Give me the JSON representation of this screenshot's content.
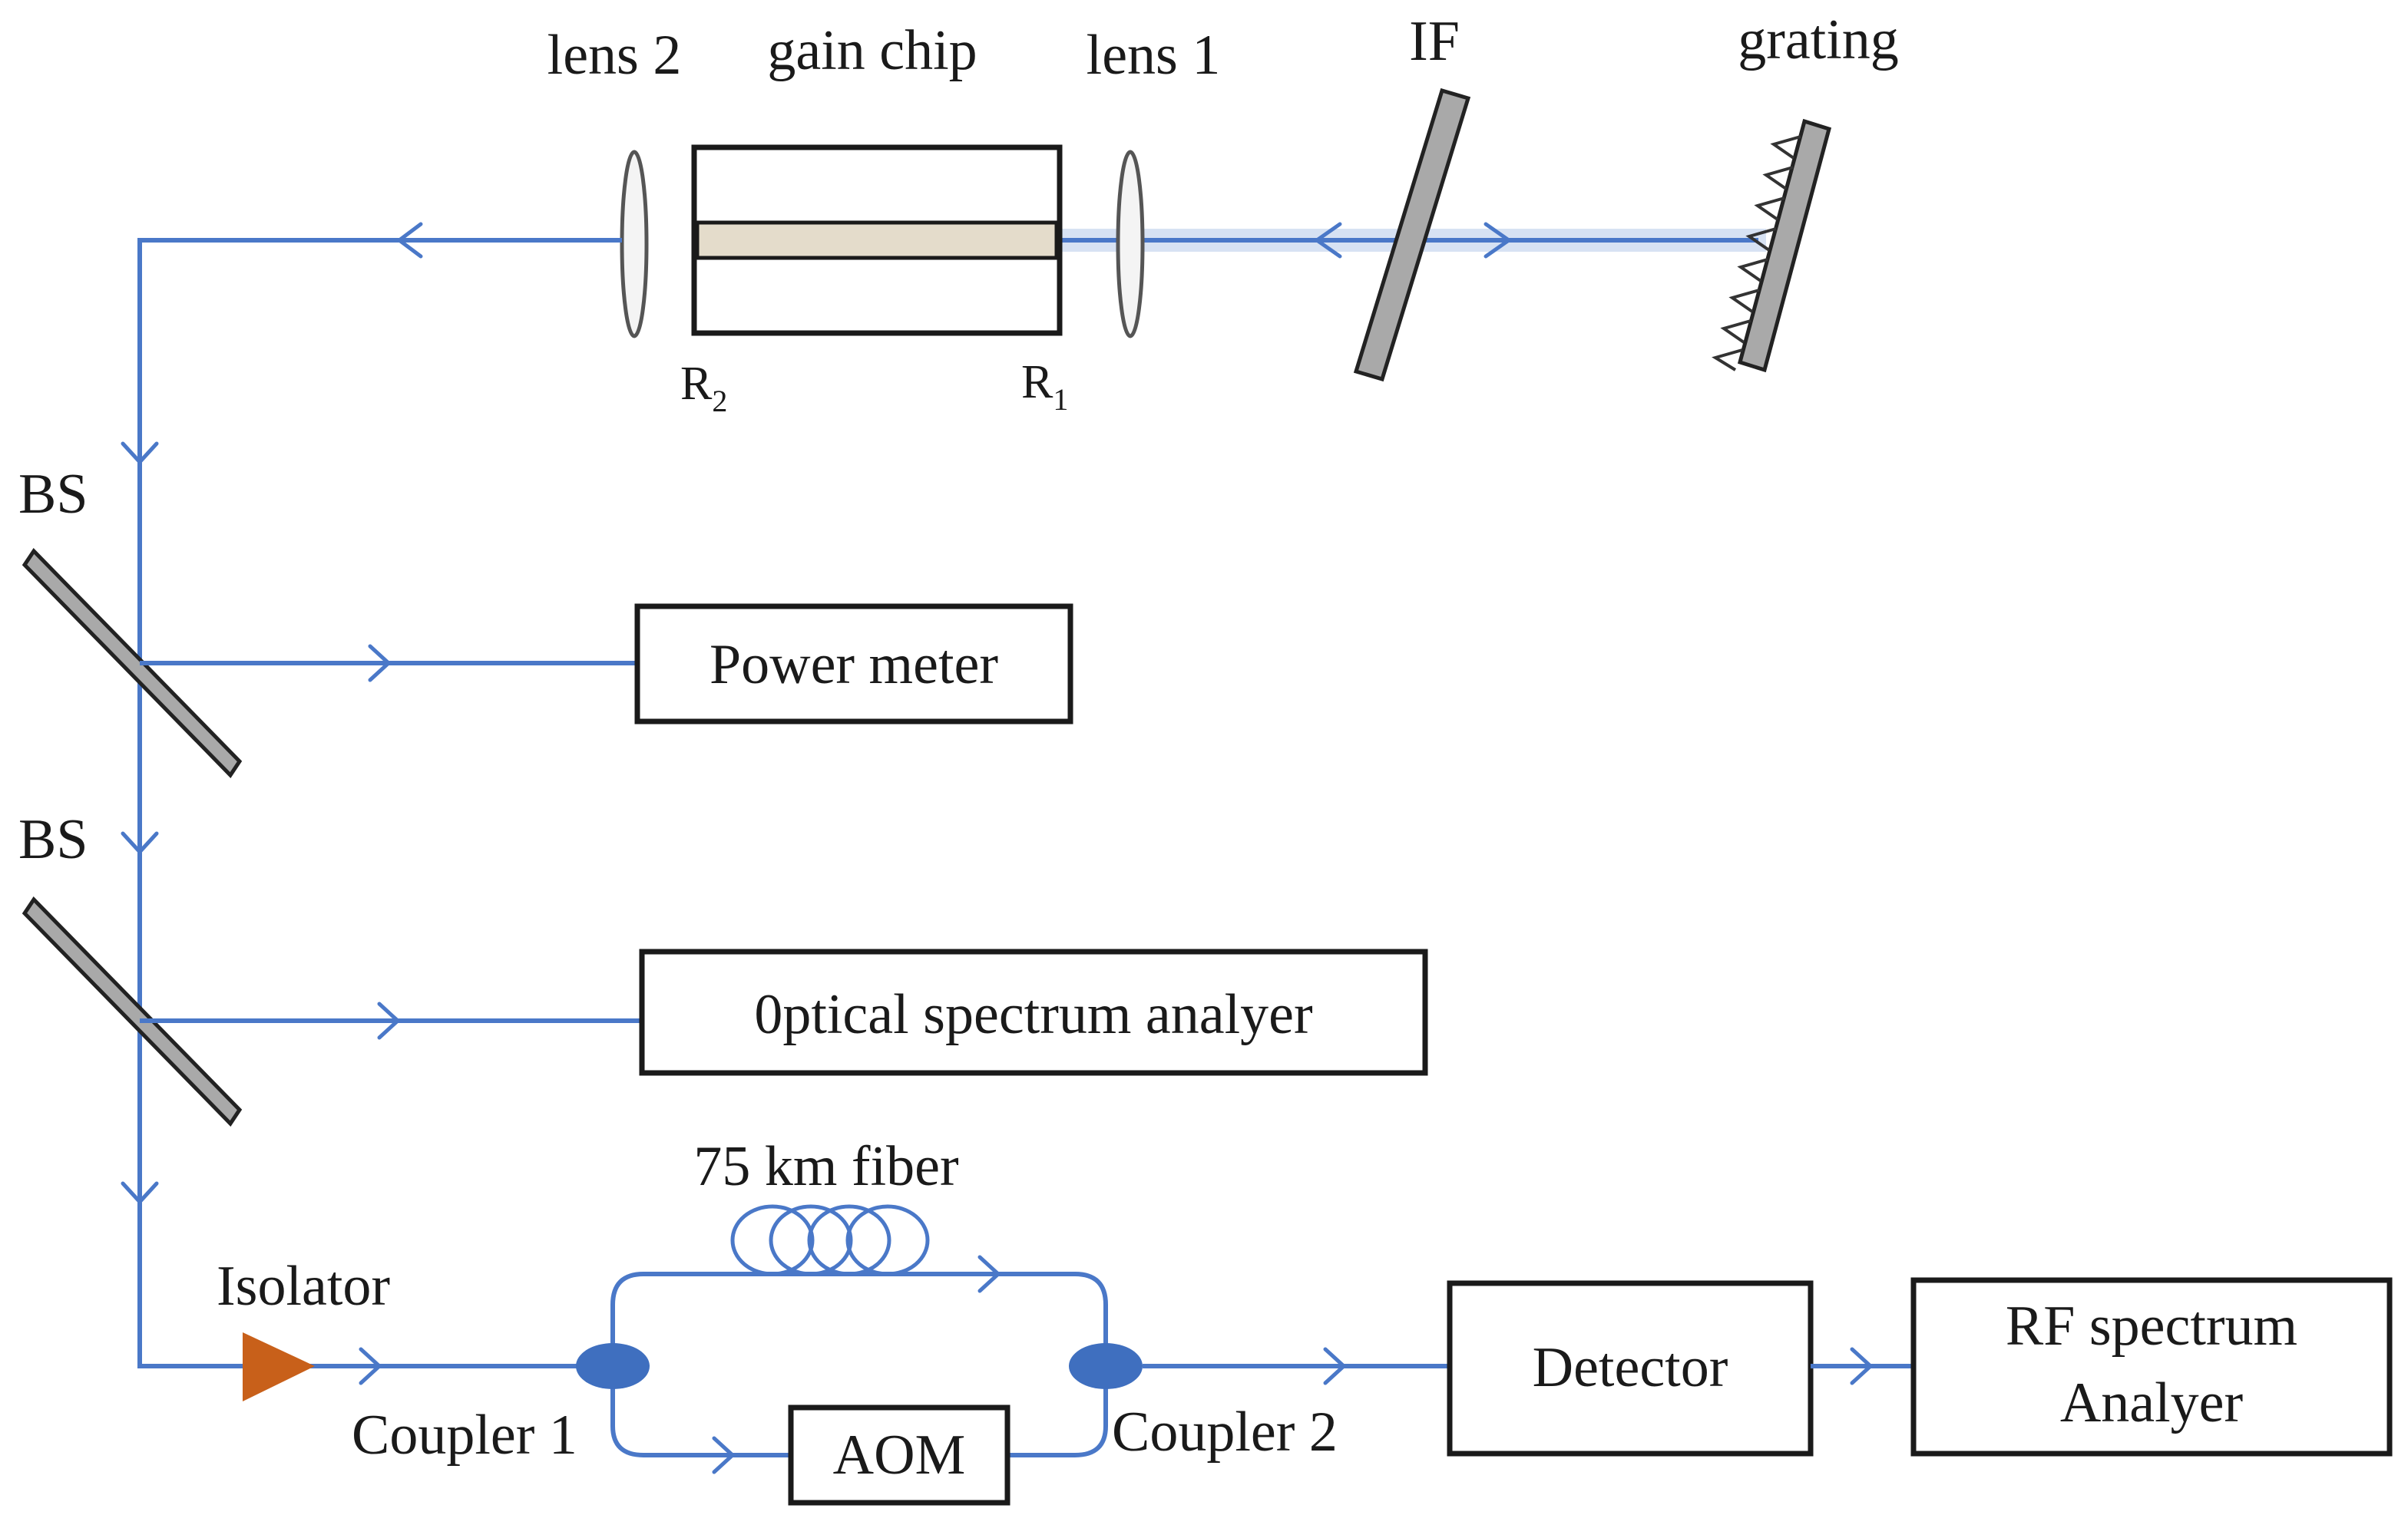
{
  "components": {
    "lens2": "lens 2",
    "gain_chip": "gain chip",
    "lens1": "lens 1",
    "if_filter": "IF",
    "grating": "grating",
    "r2": "R",
    "r2_sub": "2",
    "r1": "R",
    "r1_sub": "1",
    "bs1": "BS",
    "bs2": "BS",
    "power_meter": "Power meter",
    "osa": "0ptical spectrum analyer",
    "fiber": "75 km fiber",
    "isolator": "Isolator",
    "coupler1": "Coupler 1",
    "coupler2": "Coupler 2",
    "aom": "AOM",
    "detector": "Detector",
    "rf_line1": "RF spectrum",
    "rf_line2": "Analyer"
  },
  "colors": {
    "beam": "#4a78c8",
    "isolator": "#c8601a",
    "coupler": "#3f6fbf",
    "mirror": "#a9a9a9"
  }
}
